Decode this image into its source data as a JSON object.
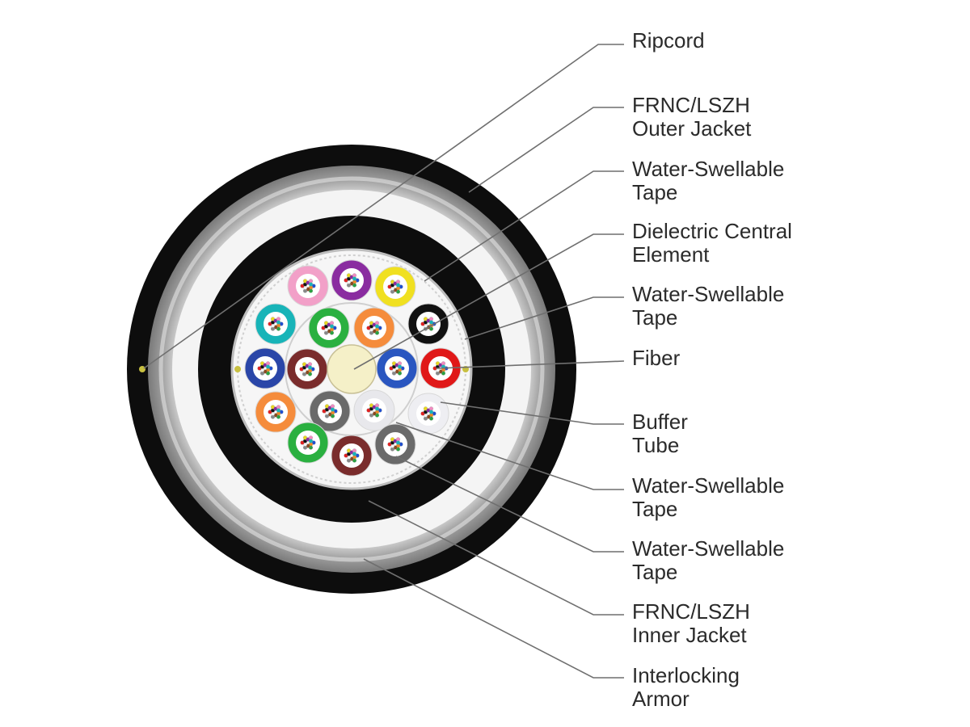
{
  "labels": [
    {
      "id": "ripcord",
      "lines": [
        "Ripcord"
      ]
    },
    {
      "id": "outer-jacket",
      "lines": [
        "FRNC/LSZH",
        "Outer Jacket"
      ]
    },
    {
      "id": "water-swellable-tape-1",
      "lines": [
        "Water-Swellable",
        "Tape"
      ]
    },
    {
      "id": "dielectric-central-element",
      "lines": [
        "Dielectric Central",
        "Element"
      ]
    },
    {
      "id": "water-swellable-tape-2",
      "lines": [
        "Water-Swellable",
        "Tape"
      ]
    },
    {
      "id": "fiber",
      "lines": [
        "Fiber"
      ]
    },
    {
      "id": "buffer-tube",
      "lines": [
        "Buffer",
        "Tube"
      ]
    },
    {
      "id": "water-swellable-tape-3",
      "lines": [
        "Water-Swellable",
        "Tape"
      ]
    },
    {
      "id": "water-swellable-tape-4",
      "lines": [
        "Water-Swellable",
        "Tape"
      ]
    },
    {
      "id": "inner-jacket",
      "lines": [
        "FRNC/LSZH",
        "Inner Jacket"
      ]
    },
    {
      "id": "interlocking-armor",
      "lines": [
        "Interlocking",
        "Armor"
      ]
    }
  ],
  "colors": {
    "jacket": "#0d0d0d",
    "armor": "#a9a9a9",
    "tape": "#f4f4f4",
    "central_element": "#f5f0c8",
    "leader_line": "#6f6f6f",
    "tube_colors": [
      "#f2a0c8",
      "#8a2ca0",
      "#f0e020",
      "#18b4b8",
      "#2ab040",
      "#f58c3c",
      "#111111",
      "#2a46a8",
      "#7a2c2c",
      "#2a56c0",
      "#e01818",
      "#f58c3c",
      "#6a6a6a",
      "#e8e8ec",
      "#eeeef2",
      "#2ab040",
      "#7a2c2c",
      "#6a6a6a"
    ]
  }
}
